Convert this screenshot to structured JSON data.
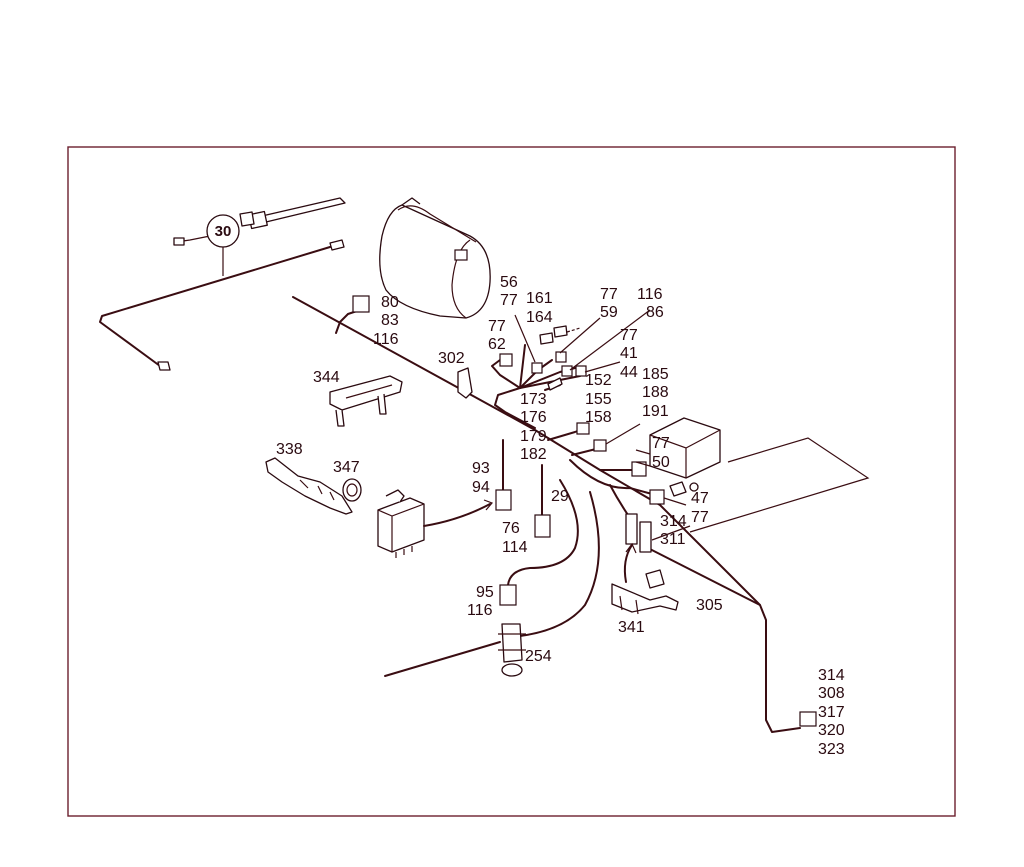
{
  "callout": "30",
  "labels": {
    "l_80": "80",
    "l_83": "83",
    "l_116a": "116",
    "l_56": "56",
    "l_77a": "77",
    "l_161": "161",
    "l_164": "164",
    "l_77b": "77",
    "l_59": "59",
    "l_116b": "116",
    "l_86": "86",
    "l_77c": "77",
    "l_62": "62",
    "l_77d": "77",
    "l_41": "41",
    "l_44": "44",
    "l_302": "302",
    "l_344": "344",
    "l_152": "152",
    "l_155": "155",
    "l_158": "158",
    "l_173": "173",
    "l_176": "176",
    "l_179": "179",
    "l_182": "182",
    "l_185": "185",
    "l_188": "188",
    "l_191": "191",
    "l_77e": "77",
    "l_50": "50",
    "l_338": "338",
    "l_347": "347",
    "l_93": "93",
    "l_94": "94",
    "l_29": "29",
    "l_47": "47",
    "l_77f": "77",
    "l_314a": "314",
    "l_311": "311",
    "l_76": "76",
    "l_114": "114",
    "l_95": "95",
    "l_116c": "116",
    "l_305": "305",
    "l_341": "341",
    "l_254": "254",
    "l_314b": "314",
    "l_308": "308",
    "l_317": "317",
    "l_320": "320",
    "l_323": "323"
  }
}
